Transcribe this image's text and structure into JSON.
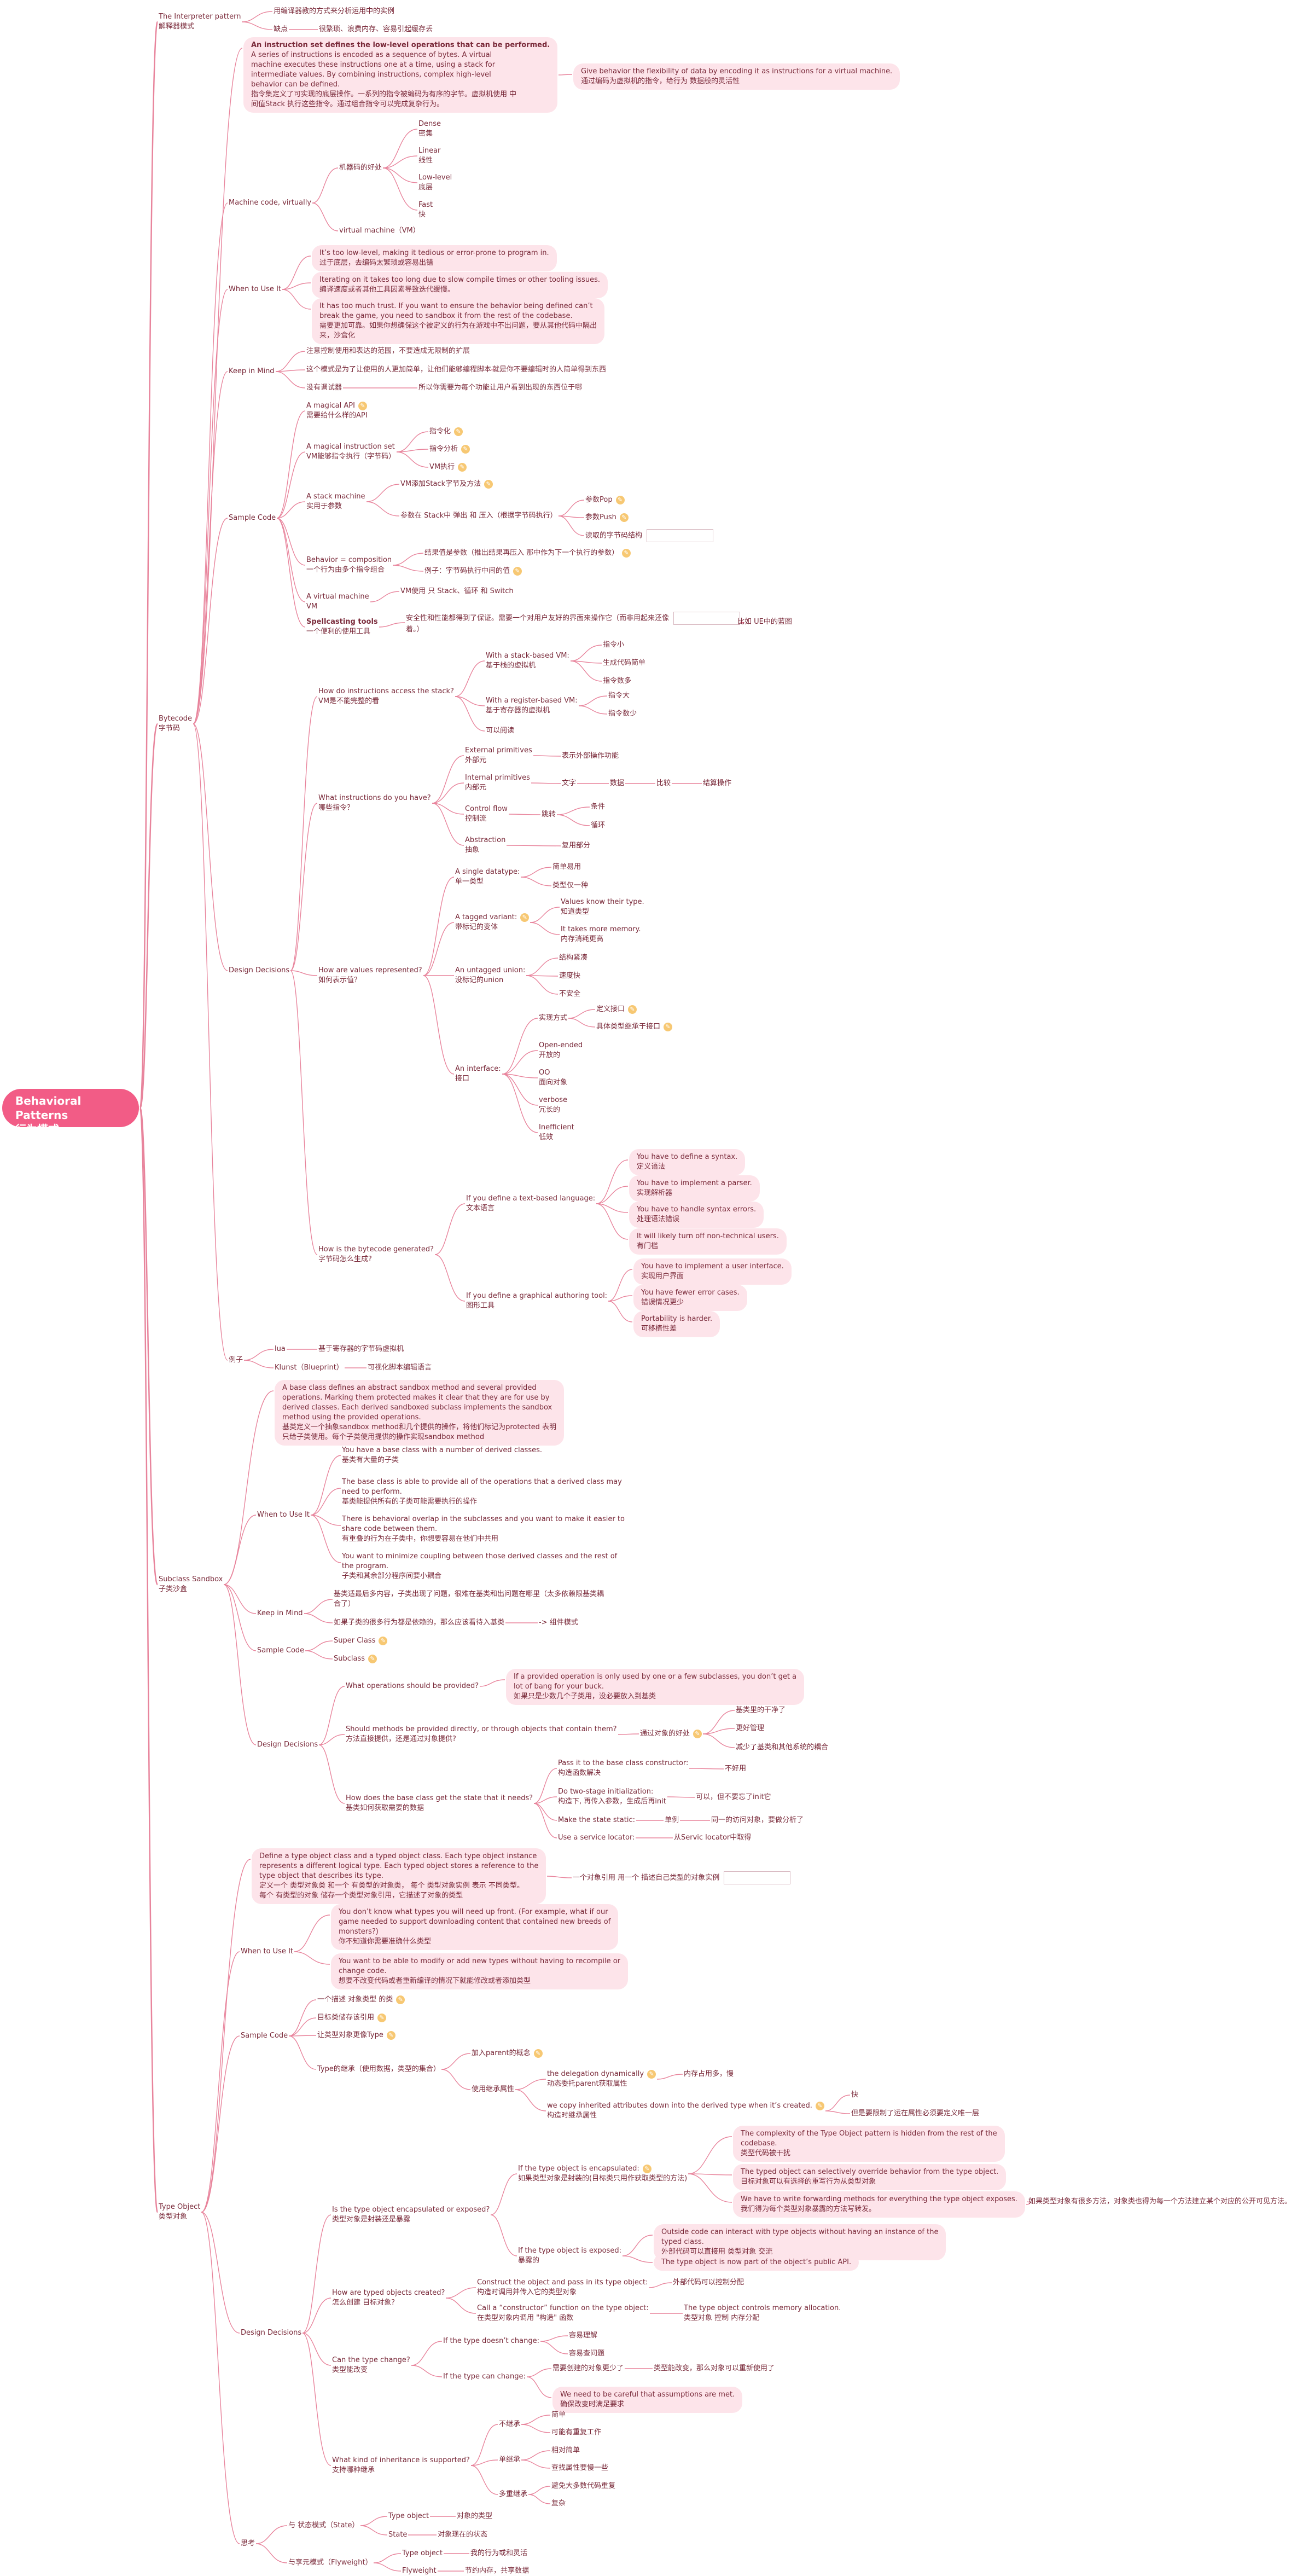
{
  "root": {
    "label": "Behavioral Patterns",
    "label_cn": "行为模式"
  },
  "nodes": {
    "interp": [
      "The Interpreter pattern",
      "解释器模式"
    ],
    "interp_c1": [
      "用编译器教的方式来分析运用中的实例"
    ],
    "interp_c2": [
      "缺点"
    ],
    "interp_c2a": [
      "很繁琐、浪费内存、容易引起缓存丢"
    ],
    "bytecode": [
      "Bytecode",
      "字节码"
    ],
    "bc_def": [
      "An instruction set defines the low-level operations that can be performed.",
      "A series of instructions is encoded as a sequence of bytes. A virtual",
      "machine executes these instructions one at a time, using a stack for",
      "intermediate values. By combining instructions, complex high-level",
      "behavior can be defined.",
      "指令集定义了可实现的底层操作。一系列的指令被编码为有序的字节。虚拟机使用 中",
      "间值Stack 执行这些指令。通过组合指令可以完成复杂行为。"
    ],
    "bc_def_r": [
      "Give behavior the flexibility of data by encoding it as instructions for a virtual machine.",
      "通过编码为虚拟机的指令，给行为 数据般的灵活性"
    ],
    "mcv": [
      "Machine code, virtually"
    ],
    "mcv_a": [
      "机器码的好处"
    ],
    "mcv_a1": [
      "Dense",
      "密集"
    ],
    "mcv_a2": [
      "Linear",
      "线性"
    ],
    "mcv_a3": [
      "Low-level",
      "底层"
    ],
    "mcv_a4": [
      "Fast",
      "快"
    ],
    "mcv_b": [
      "virtual machine（VM）"
    ],
    "bc_when": [
      "When to Use It"
    ],
    "bc_w1": [
      "It’s too low-level, making it tedious or error-prone to program in.",
      "过于底层，去编码太繁琐或容易出错"
    ],
    "bc_w2": [
      "Iterating on it takes too long due to slow compile times or other tooling issues.",
      "编译速度或者其他工具因素导致迭代缓慢。"
    ],
    "bc_w3": [
      "It has too much trust. If you want to ensure the behavior being defined can’t",
      "break the game, you need to sandbox it from the rest of the codebase.",
      "需要更加可靠。如果你想确保这个被定义的行为在游戏中不出问题，要从其他代码中隔出",
      "来，沙盒化"
    ],
    "bc_keep": [
      "Keep in Mind"
    ],
    "bc_k1": [
      "注意控制使用和表达的范围，不要造成无限制的扩展"
    ],
    "bc_k2": [
      "这个模式是为了让使用的人更加简单，让他们能够编程脚本"
    ],
    "bc_k2a": [
      "就是你不要编辑时的人简单得到东西"
    ],
    "bc_k3": [
      "没有调试器"
    ],
    "bc_k3a": [
      "所以你需要为每个功能让用户看到出现的东西位于哪"
    ],
    "bc_sample": [
      "Sample Code"
    ],
    "s_api": [
      "A magical API",
      "需要给什么样的API"
    ],
    "s_set": [
      "A magical instruction set",
      "VM能够指令执行（字节码）"
    ],
    "s_set1": [
      "指令化"
    ],
    "s_set2": [
      "指令分析"
    ],
    "s_set3": [
      "VM执行"
    ],
    "s_stack": [
      "A stack machine",
      "实用于参数"
    ],
    "s_stack1": [
      "VM添加Stack字节及方法"
    ],
    "s_stack2": [
      "参数在 Stack中 弹出 和 压入（根据字节码执行）"
    ],
    "s_stack2a": [
      "参数Pop"
    ],
    "s_stack2b": [
      "参数Push"
    ],
    "s_stack2c": [
      "读取的字节码结构"
    ],
    "s_comp": [
      "Behavior = composition",
      "一个行为由多个指令组合"
    ],
    "s_comp1": [
      "结果值是参数（推出结果再压入 那中作为下一个执行的参数）"
    ],
    "s_comp2": [
      "例子：字节码执行中间的值"
    ],
    "s_vm": [
      "A virtual machine",
      "VM"
    ],
    "s_vm1": [
      "VM使用 只 Stack、循环 和 Switch"
    ],
    "s_tool": [
      "Spellcasting tools",
      "一个便利的使用工具"
    ],
    "s_tool1": [
      "安全性和性能都得到了保证。需要一个对用户友好的界面来操作它（而非用起来还像",
      "着。）"
    ],
    "s_tool1a": [
      "比如 UE中的蓝图"
    ],
    "bc_design": [
      "Design Decisions"
    ],
    "d_access": [
      "How do instructions access the stack?",
      "VM是不能完整的看"
    ],
    "d_acc1": [
      "With a stack-based VM:",
      "基于栈的虚拟机"
    ],
    "d_acc1a": [
      "指令小"
    ],
    "d_acc1b": [
      "生成代码简单"
    ],
    "d_acc1c": [
      "指令数多"
    ],
    "d_acc2": [
      "With a register-based VM:",
      "基于寄存器的虚拟机"
    ],
    "d_acc2a": [
      "指令大"
    ],
    "d_acc2b": [
      "指令数少"
    ],
    "d_acc3": [
      "可以阅读"
    ],
    "d_instr": [
      "What instructions do you have?",
      "哪些指令？"
    ],
    "d_i1": [
      "External primitives",
      "外部元"
    ],
    "d_i1a": [
      "表示外部操作功能"
    ],
    "d_i2": [
      "Internal primitives",
      "内部元"
    ],
    "d_i2a": [
      "文字"
    ],
    "d_i2b": [
      "数据"
    ],
    "d_i2c": [
      "比较"
    ],
    "d_i2d": [
      "结算操作"
    ],
    "d_i3": [
      "Control flow",
      "控制流"
    ],
    "d_i3a": [
      "跳转"
    ],
    "d_i3a1": [
      "条件"
    ],
    "d_i3a2": [
      "循环"
    ],
    "d_i4": [
      "Abstraction",
      "抽象"
    ],
    "d_i4a": [
      "复用部分"
    ],
    "d_vals": [
      "How are values represented?",
      "如何表示值？"
    ],
    "d_v1": [
      "A single datatype:",
      "单一类型"
    ],
    "d_v1a": [
      "简单易用"
    ],
    "d_v1b": [
      "类型仅一种"
    ],
    "d_v2": [
      "A tagged variant:",
      "带标记的变体"
    ],
    "d_v2a": [
      "Values know their type.",
      "知道类型"
    ],
    "d_v2b": [
      "It takes more memory.",
      "内存消耗更高"
    ],
    "d_v3": [
      "An untagged union:",
      "没标记的union"
    ],
    "d_v3a": [
      "结构紧凑"
    ],
    "d_v3b": [
      "速度快"
    ],
    "d_v3c": [
      "不安全"
    ],
    "d_v4": [
      "An interface:",
      "接口"
    ],
    "d_v4a": [
      "实现方式"
    ],
    "d_v4a1": [
      "定义接口"
    ],
    "d_v4a2": [
      "具体类型继承于接口"
    ],
    "d_v4b": [
      "Open-ended",
      "开放的"
    ],
    "d_v4c": [
      "OO",
      "面向对象"
    ],
    "d_v4d": [
      "verbose",
      "冗长的"
    ],
    "d_v4e": [
      "Inefficient",
      "低效"
    ],
    "d_gen": [
      "How is the bytecode generated?",
      "字节码怎么生成?"
    ],
    "d_g1": [
      "If you define a text-based language:",
      "文本语言"
    ],
    "d_g1a": [
      "You have to define a syntax.",
      "定义语法"
    ],
    "d_g1b": [
      "You have to implement a parser.",
      "实现解析器"
    ],
    "d_g1c": [
      "You have to handle syntax errors.",
      "处理语法错误"
    ],
    "d_g1d": [
      "It will likely turn off non-technical users.",
      "有门槛"
    ],
    "d_g2": [
      "If you define a graphical authoring tool:",
      "图形工具"
    ],
    "d_g2a": [
      "You have to implement a user interface.",
      "实现用户界面"
    ],
    "d_g2b": [
      "You have fewer error cases.",
      "错误情况更少"
    ],
    "d_g2c": [
      "Portability is harder.",
      "可移植性差"
    ],
    "bc_ex": [
      "例子"
    ],
    "bc_ex1": [
      "lua"
    ],
    "bc_ex1a": [
      "基于寄存器的字节码虚拟机"
    ],
    "bc_ex2": [
      "Klunst（Blueprint）"
    ],
    "bc_ex2a": [
      "可视化脚本编辑语言"
    ],
    "sandbox": [
      "Subclass Sandbox",
      "子类沙盒"
    ],
    "sb_def": [
      "A base class defines an abstract sandbox method and several provided",
      "operations. Marking them protected makes it clear that they are for use by",
      "derived classes. Each derived sandboxed subclass implements the sandbox",
      "method using the provided operations.",
      "基类定义一个抽象sandbox method和几个提供的操作，将他们标记为protected 表明",
      "只给子类使用。每个子类使用提供的操作实现sandbox method"
    ],
    "sb_when": [
      "When to Use It"
    ],
    "sb_w1": [
      "You have a base class with a number of derived classes.",
      "基类有大量的子类"
    ],
    "sb_w2": [
      "The base class is able to provide all of the operations that a derived class may",
      "need to perform.",
      "基类能提供所有的子类可能需要执行的操作"
    ],
    "sb_w3": [
      "There is behavioral overlap in the subclasses and you want to make it easier to",
      "share code between them.",
      "有重叠的行为在子类中，你想要容易在他们中共用"
    ],
    "sb_w4": [
      "You want to minimize coupling between those derived classes and the rest of",
      "the program.",
      "子类和其余部分程序间要小耦合"
    ],
    "sb_keep": [
      "Keep in Mind"
    ],
    "sb_k1": [
      "基类适最后多内容，子类出现了问题，很难在基类和出问题在哪里（太多依赖限基类耦",
      "合了）"
    ],
    "sb_k2": [
      "如果子类的很多行为都是依赖的，那么应该看待入基类"
    ],
    "sb_k2a": [
      "-> 组件模式"
    ],
    "sb_sample": [
      "Sample Code"
    ],
    "sb_s1": [
      "Super Class"
    ],
    "sb_s2": [
      "Subclass"
    ],
    "sb_design": [
      "Design Decisions"
    ],
    "sb_d1": [
      "What operations should be provided?"
    ],
    "sb_d1a": [
      "If a provided operation is only used by one or a few subclasses, you don’t get a",
      "lot of bang for your buck.",
      "如果只是少数几个子类用，没必要放入到基类"
    ],
    "sb_d2": [
      "Should methods be provided directly, or through objects that contain them?",
      "方法直接提供，还是通过对象提供?"
    ],
    "sb_d2a": [
      "通过对象的好处"
    ],
    "sb_d2a1": [
      "基类里的干净了"
    ],
    "sb_d2a2": [
      "更好管理"
    ],
    "sb_d2a3": [
      "减少了基类和其他系统的耦合"
    ],
    "sb_d3": [
      "How does the base class get the state that it needs?",
      "基类如何获取需要的数据"
    ],
    "sb_d3a": [
      "Pass it to the base class constructor:",
      "构造函数解决"
    ],
    "sb_d3a1": [
      "不好用"
    ],
    "sb_d3b": [
      "Do two-stage initialization:",
      "构造下, 再传入参数，生成后再init"
    ],
    "sb_d3b1": [
      "可以，但不要忘了init它"
    ],
    "sb_d3c": [
      "Make the state static:"
    ],
    "sb_d3c1": [
      "单例"
    ],
    "sb_d3c2": [
      "同一的访问对象，要做分析了"
    ],
    "sb_d3d": [
      "Use a service locator:"
    ],
    "sb_d3d1": [
      "从Servic locator中取得"
    ],
    "typeobj": [
      "Type Object",
      "类型对象"
    ],
    "to_def": [
      "Define a type object class and a typed object class. Each type object instance",
      "represents a different logical type. Each typed object stores a reference to the",
      "type object that describes its type.",
      "定义一个 类型对象类 和一个 有类型的对象类， 每个 类型对象实例 表示 不同类型。",
      "每个 有类型的对象 储存一个类型对象引用，它描述了对象的类型"
    ],
    "to_def_r": [
      "一个对象引用 用一个 描述自己类型的对象实例"
    ],
    "to_when": [
      "When to Use It"
    ],
    "to_w1": [
      "You don’t know what types you will need up front. (For example, what if our",
      "game needed to support downloading content that contained new breeds of",
      "monsters?)",
      "你不知道你需要准确什么类型"
    ],
    "to_w2": [
      "You want to be able to modify or add new types without having to recompile or",
      "change code.",
      "想要不改变代码或者重新编译的情况下就能修改或者添加类型"
    ],
    "to_sample": [
      "Sample Code"
    ],
    "to_s1": [
      "一个描述 对象类型 的类"
    ],
    "to_s2": [
      "目标类储存该引用"
    ],
    "to_s3": [
      "让类型对象更像Type"
    ],
    "to_s4": [
      "Type的继承（使用数据，类型的集合）"
    ],
    "to_s4a": [
      "加入parent的概念"
    ],
    "to_s4b": [
      "使用继承属性"
    ],
    "to_s4b1": [
      "the delegation dynamically",
      "动态委托parent获取属性"
    ],
    "to_s4b1a": [
      "内存占用多，慢"
    ],
    "to_s4b2": [
      "we copy inherited attributes down into the derived type when it’s created.",
      "构造时继承属性"
    ],
    "to_s4b2a": [
      "快"
    ],
    "to_s4b2b": [
      "但是要限制了运在属性必须要定义唯一层"
    ],
    "to_design": [
      "Design Decisions"
    ],
    "to_d1": [
      "Is the type object encapsulated or exposed?",
      "类型对象是封装还是暴露"
    ],
    "to_d1a": [
      "If the type object is encapsulated:",
      "如果类型对象是封装的(目标类只用作获取类型的方法)"
    ],
    "to_d1a1": [
      "The complexity of the Type Object pattern is hidden from the rest of the",
      "codebase.",
      "类型代码被干扰"
    ],
    "to_d1a2": [
      "The typed object can selectively override behavior from the type object.",
      "目标对象可以有选择的重写行为从类型对象"
    ],
    "to_d1a3": [
      "We have to write forwarding methods for everything the type object exposes.",
      "我们得为每个类型对象暴露的方法写转发。"
    ],
    "to_d1a3r": [
      "如果类型对象有很多方法，对象类也得为每一个方法建立某个对应的公开可见方法。"
    ],
    "to_d1b": [
      "If the type object is exposed:",
      "暴露的"
    ],
    "to_d1b1": [
      "Outside code can interact with type objects without having an instance of the",
      "typed class.",
      "外部代码可以直接用 类型对象 交流"
    ],
    "to_d1b2": [
      "The type object is now part of the object’s public API."
    ],
    "to_d2": [
      "How are typed objects created?",
      "怎么创建 目标对象?"
    ],
    "to_d2a": [
      "Construct the object and pass in its type object:",
      "构造时调用并传入它的类型对象"
    ],
    "to_d2a1": [
      "外部代码可以控制分配"
    ],
    "to_d2b": [
      "Call a “constructor” function on the type object:",
      "在类型对象内调用 \"构造\" 函数"
    ],
    "to_d2b1": [
      "The type object controls memory allocation.",
      "类型对象 控制 内存分配"
    ],
    "to_d3": [
      "Can the type change?",
      "类型能改变"
    ],
    "to_d3a": [
      "If the type doesn’t change:"
    ],
    "to_d3a1": [
      "容易理解"
    ],
    "to_d3a2": [
      "容易查问题"
    ],
    "to_d3b": [
      "If the type can change:"
    ],
    "to_d3b1": [
      "需要创建的对象更少了"
    ],
    "to_d3b1a": [
      "类型能改变，那么对象可以重新使用了"
    ],
    "to_d3b2": [
      "We need to be careful that assumptions are met.",
      "确保改变时满足要求"
    ],
    "to_d4": [
      "What kind of inheritance is supported?",
      "支持哪种继承"
    ],
    "to_d4a": [
      "不继承"
    ],
    "to_d4a1": [
      "简单"
    ],
    "to_d4a2": [
      "可能有重复工作"
    ],
    "to_d4b": [
      "单继承"
    ],
    "to_d4b1": [
      "相对简单"
    ],
    "to_d4b2": [
      "查找属性要慢一些"
    ],
    "to_d4c": [
      "多重继承"
    ],
    "to_d4c1": [
      "避免大多数代码重复"
    ],
    "to_d4c2": [
      "复杂"
    ],
    "to_see": [
      "思考"
    ],
    "to_see1": [
      "与 状态模式（State）"
    ],
    "to_see1a": [
      "Type object"
    ],
    "to_see1a1": [
      "对象的类型"
    ],
    "to_see1b": [
      "State"
    ],
    "to_see1b1": [
      "对象现在的状态"
    ],
    "to_see2": [
      "与享元模式（Flyweight）"
    ],
    "to_see2a": [
      "Type object"
    ],
    "to_see2a1": [
      "我的行为或和灵活"
    ],
    "to_see2b": [
      "Flyweight"
    ],
    "to_see2b1": [
      "节约内存，共享数据"
    ]
  },
  "colors": {
    "accent": "#f25c86",
    "highlight": "#fde4ea",
    "line": "#e8849c",
    "text": "#7a2a3a"
  },
  "icons": [
    "note-icon"
  ]
}
